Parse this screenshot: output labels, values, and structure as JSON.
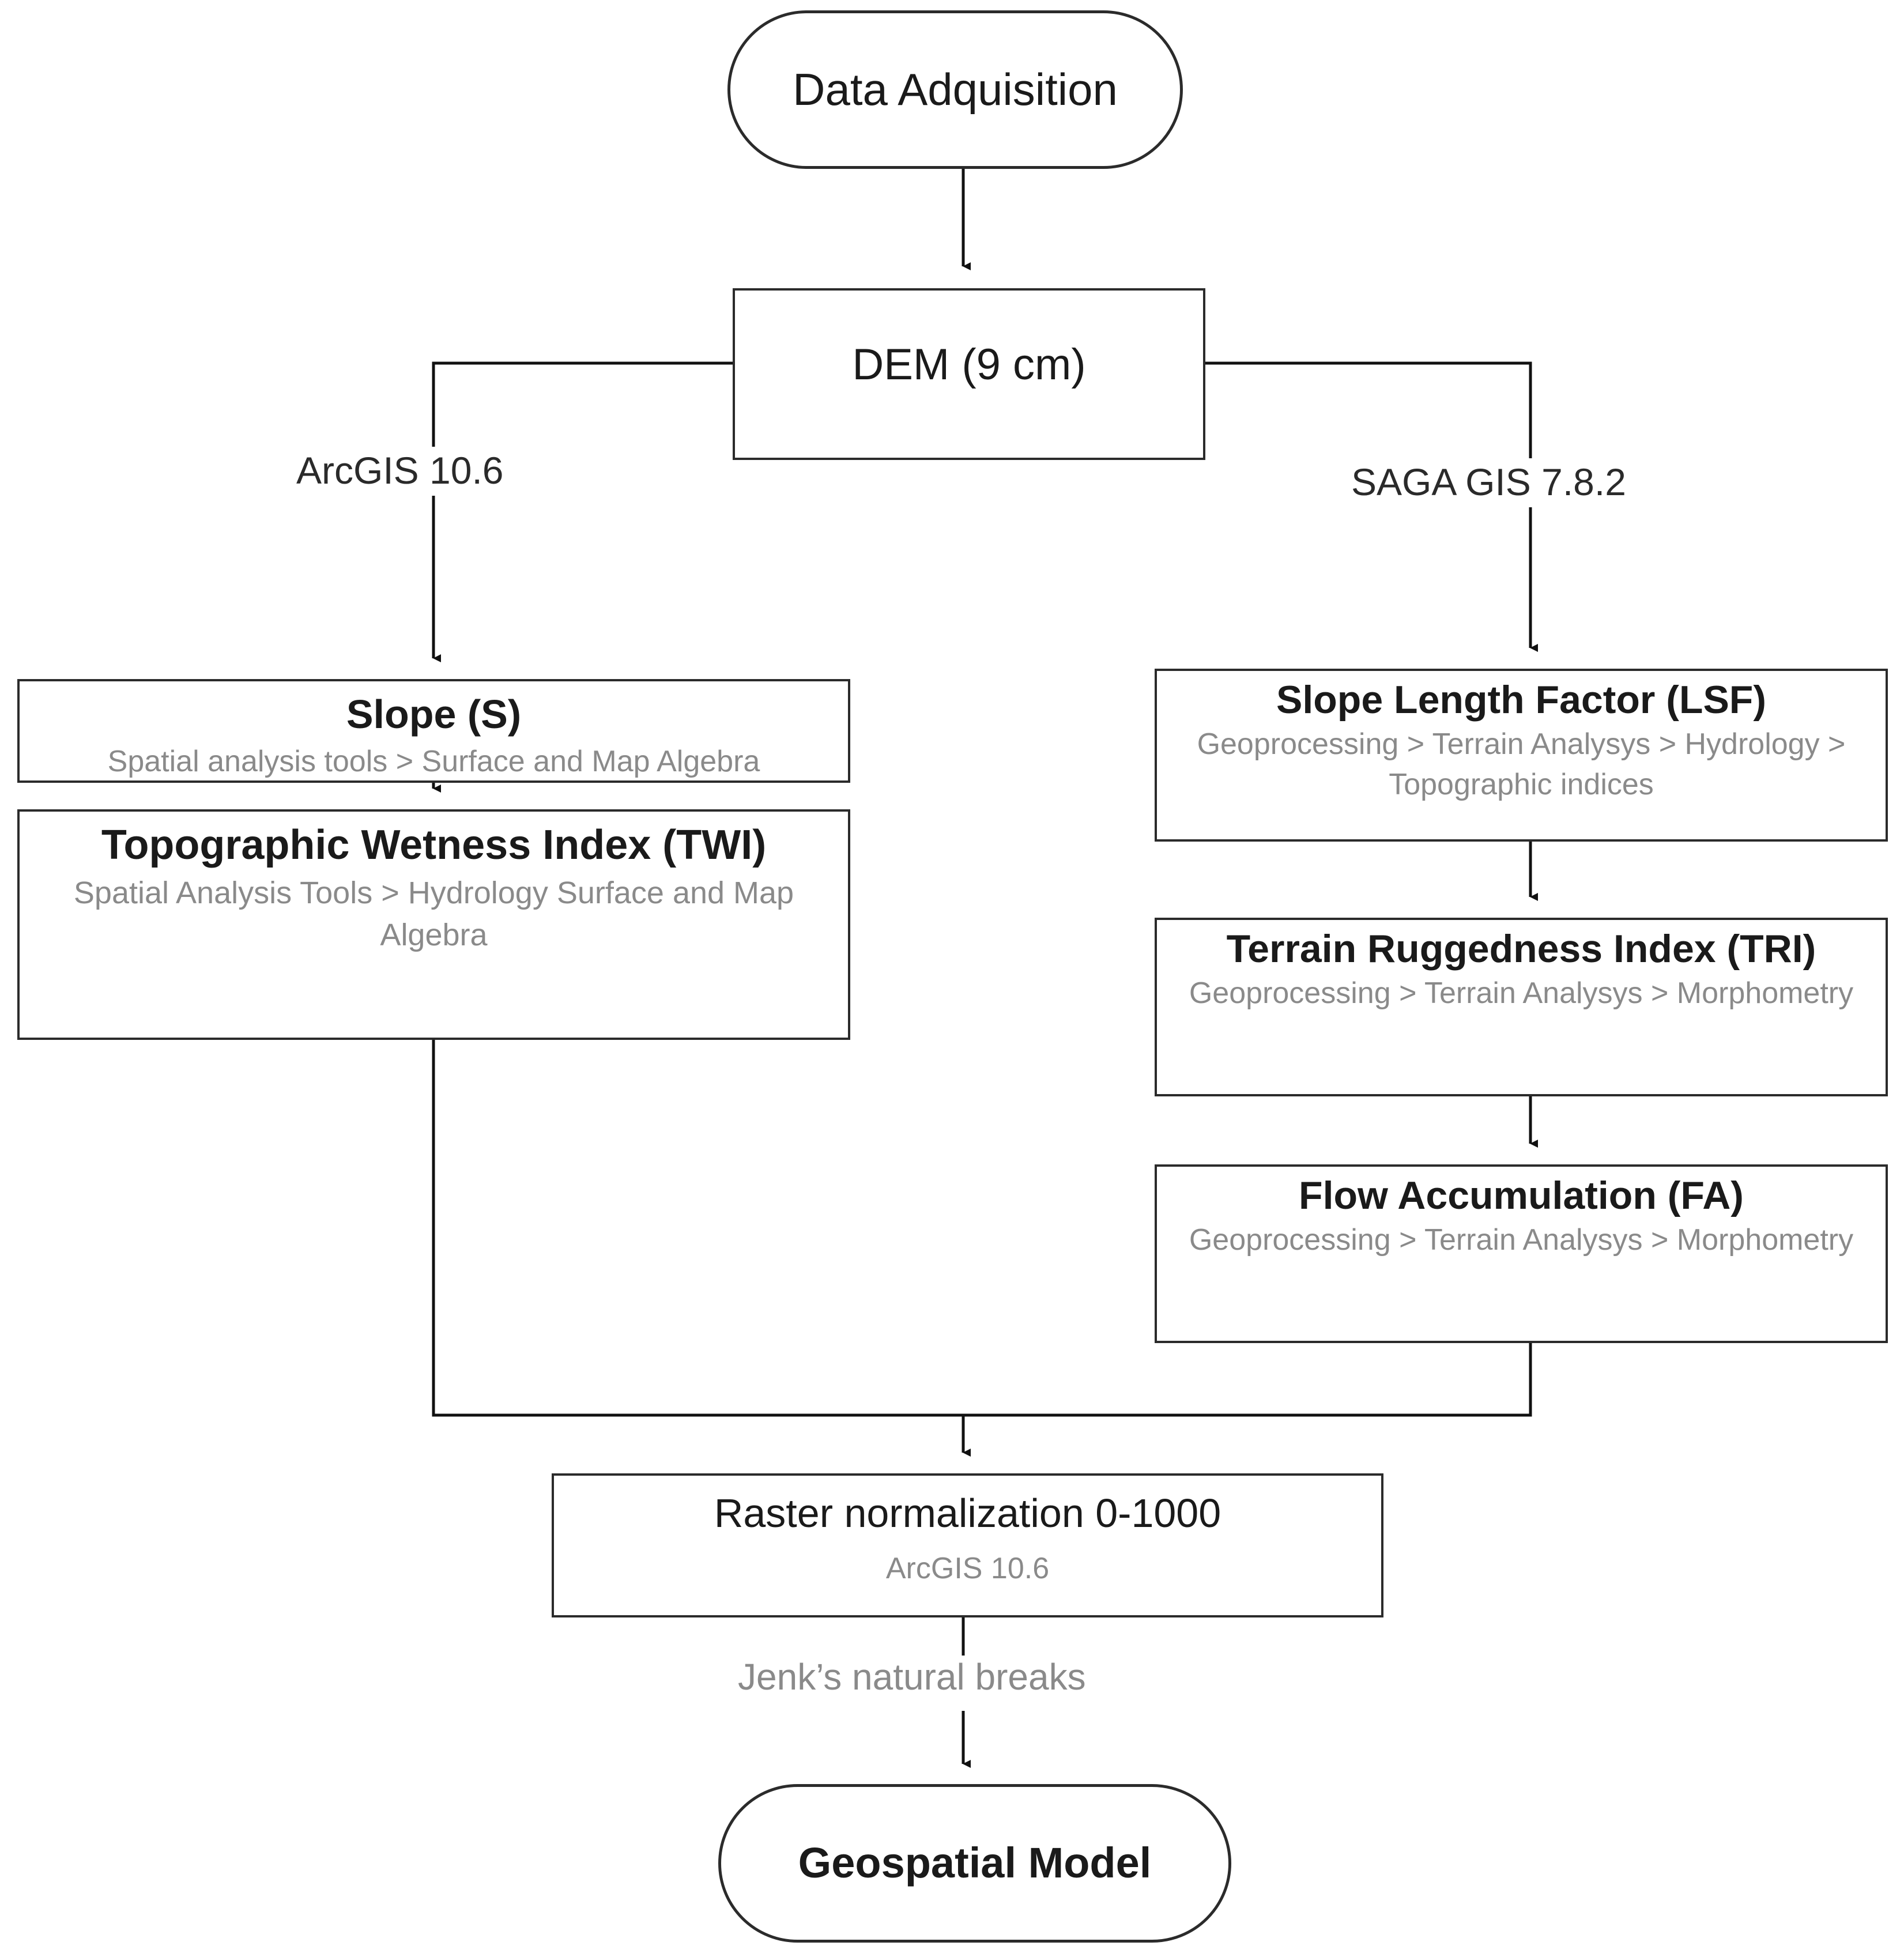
{
  "diagram": {
    "type": "flowchart",
    "title": "GIS geospatial model workflow",
    "orientation": "top-to-bottom",
    "nodes": {
      "data_adquisition": {
        "label": "Data Adquisition",
        "shape": "stadium"
      },
      "dem": {
        "label": "DEM (9 cm)",
        "shape": "rectangle"
      },
      "slope": {
        "label": "Slope (S)",
        "subtitle": "Spatial analysis tools > Surface and Map Algebra",
        "shape": "rectangle"
      },
      "twi": {
        "label": "Topographic Wetness Index (TWI)",
        "subtitle": "Spatial Analysis Tools > Hydrology Surface and Map Algebra",
        "shape": "rectangle"
      },
      "lsf": {
        "label": "Slope Length Factor (LSF)",
        "subtitle": "Geoprocessing > Terrain Analysys > Hydrology > Topographic indices",
        "shape": "rectangle"
      },
      "tri": {
        "label": "Terrain Ruggedness Index (TRI)",
        "subtitle": "Geoprocessing > Terrain Analysys > Morphometry",
        "shape": "rectangle"
      },
      "fa": {
        "label": "Flow Accumulation (FA)",
        "subtitle": "Geoprocessing > Terrain Analysys > Morphometry",
        "shape": "rectangle"
      },
      "raster_normalization": {
        "label": "Raster normalization 0-1000",
        "subtitle": "ArcGIS 10.6",
        "shape": "rectangle"
      },
      "geospatial_model": {
        "label": "Geospatial Model",
        "shape": "stadium"
      }
    },
    "edge_labels": {
      "left_branch": "ArcGIS 10.6",
      "right_branch": "SAGA GIS 7.8.2",
      "classification": "Jenk’s natural breaks"
    },
    "colors": {
      "stroke": "#2b2b2b",
      "title_text": "#1a1a1a",
      "subtitle_text": "#8a8a8a",
      "edge_label_text": "#2a2a2a",
      "background": "#ffffff"
    }
  }
}
